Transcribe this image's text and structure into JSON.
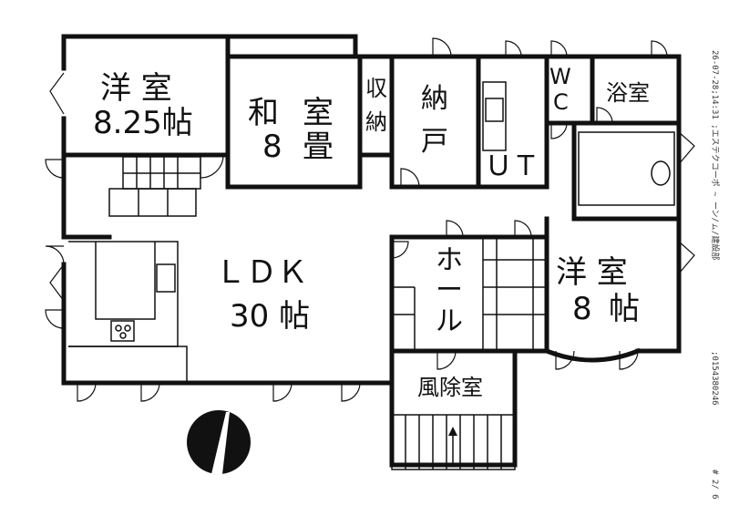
{
  "rooms": {
    "western_room_1": {
      "name": "洋 室",
      "size": "8.25帖"
    },
    "japanese_room": {
      "name_a": "和",
      "name_b": "室",
      "size": "8",
      "unit": "畳"
    },
    "closet": {
      "text_a": "収",
      "text_b": "納"
    },
    "storage": {
      "text_a": "納",
      "text_b": "戸"
    },
    "utility": {
      "text": "ＵＴ"
    },
    "toilet": {
      "text_a": "W",
      "text_b": "C"
    },
    "bathroom": {
      "text": "浴室"
    },
    "ldk": {
      "name": "ＬＤＫ",
      "size": "30 帖"
    },
    "hall": {
      "c1": "ホ",
      "c2": "ー",
      "c3": "ル"
    },
    "western_room_2": {
      "name": "洋 室",
      "size_a": "8",
      "size_b": "帖"
    },
    "vestibule": {
      "text": "風除室"
    }
  },
  "margin_text": {
    "right_top": "26-07-28;14:31 ;エステクコーポ ~ ーン/ㇺ/建設部",
    "right_mid": ";0154380246",
    "right_bottom": "# 2/ 6"
  }
}
